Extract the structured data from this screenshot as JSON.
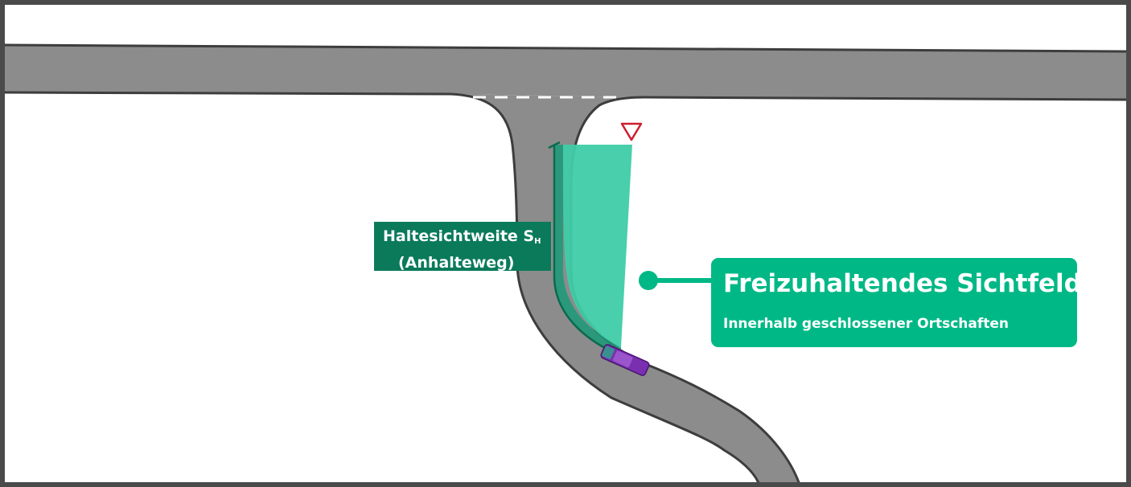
{
  "diagram": {
    "stopping_distance_label": {
      "text": "Haltesichtweite S",
      "subscript": "H",
      "line2": "(Anhalteweg)"
    },
    "visibility_callout": {
      "title": "Freizuhaltendes Sichtfeld",
      "subtitle": "Innerhalb geschlossener Ortschaften"
    },
    "colors": {
      "road": "#8c8c8c",
      "road_edge": "#3d3d3d",
      "sight_field": "#3fcca8",
      "label_dark": "#0a7a5a",
      "callout": "#00b886",
      "yield_sign": "#cc1f2e",
      "car": "#7a2fb0",
      "frame": "#4a4a4a"
    },
    "icons": [
      "yield-sign-icon",
      "car-icon",
      "callout-pointer-dot"
    ]
  }
}
